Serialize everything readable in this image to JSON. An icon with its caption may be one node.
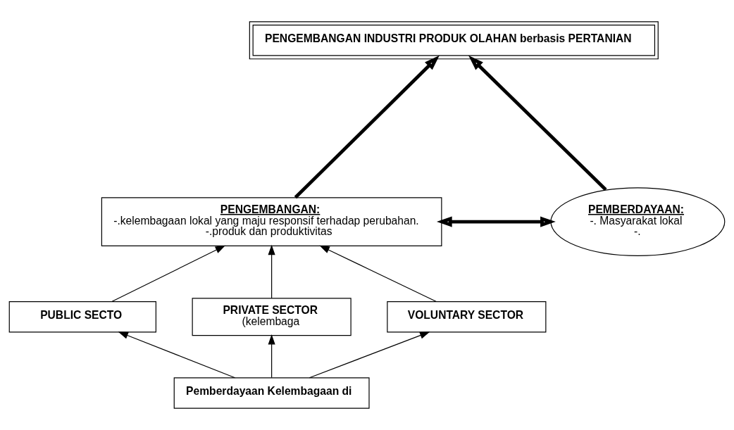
{
  "diagram": {
    "nodes": [
      {
        "text": [
          "PENGEMBANGAN INDUSTRI PRODUK OLAHAN berbasis PERTANIAN"
        ]
      },
      {
        "text": [
          "PENGEMBANGAN:",
          "-.kelembagaan lokal yang maju responsif terhadap perubahan.",
          "-.produk dan produktivitas"
        ]
      },
      {
        "text": [
          "PEMBERDAYAAN:",
          "-. Masyarakat lokal",
          "-."
        ]
      },
      {
        "text": [
          "PUBLIC SECTO"
        ]
      },
      {
        "text": [
          "PRIVATE SECTOR",
          "(kelembaga"
        ]
      },
      {
        "text": [
          "VOLUNTARY SECTOR"
        ]
      },
      {
        "text": [
          "Pemberdayaan Kelembagaan di"
        ]
      }
    ],
    "edges": [
      {
        "from": 1,
        "to": 0,
        "arrow": "to",
        "style": "thick"
      },
      {
        "from": 2,
        "to": 0,
        "arrow": "to",
        "style": "thick"
      },
      {
        "from": 1,
        "to": 2,
        "arrow": "both",
        "style": "thick"
      },
      {
        "from": 3,
        "to": 1,
        "arrow": "to"
      },
      {
        "from": 4,
        "to": 1,
        "arrow": "to"
      },
      {
        "from": 5,
        "to": 1,
        "arrow": "to"
      },
      {
        "from": 6,
        "to": 3,
        "arrow": "to"
      },
      {
        "from": 6,
        "to": 4,
        "arrow": "to"
      },
      {
        "from": 6,
        "to": 5,
        "arrow": "to"
      }
    ]
  }
}
